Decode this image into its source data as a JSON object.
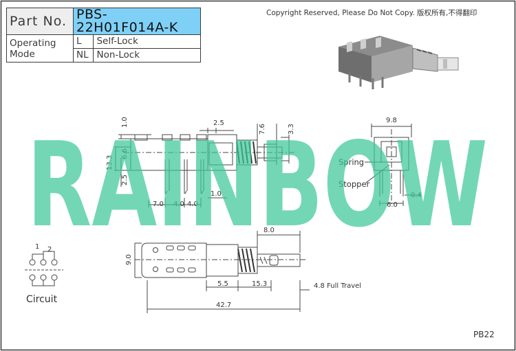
{
  "header": {
    "part_label": "Part No.",
    "part_number": "PBS-22H01F014A-K",
    "mode_label": "Operating Mode",
    "modes": [
      {
        "code": "L",
        "name": "Self-Lock"
      },
      {
        "code": "NL",
        "name": "Non-Lock"
      }
    ]
  },
  "copyright": "Copyright Reserved, Please Do Not Copy. 版权所有,不得翻印",
  "watermark": "RAINBOW",
  "drawing_code": "PB22",
  "side_view": {
    "dimensions": [
      "1.0",
      "2.5",
      "7.6",
      "3.3",
      "6.6",
      "13.3",
      "2.5",
      "7.0",
      "4.0",
      "4.0",
      "1.0"
    ]
  },
  "end_view": {
    "dimensions": [
      "9.8",
      "6.0",
      "0.4"
    ],
    "labels": [
      "Spring",
      "Stopper"
    ]
  },
  "top_view": {
    "dimensions": [
      "8.0",
      "9.0",
      "5.5",
      "15.3",
      "4.8 Full Travel",
      "42.7"
    ]
  },
  "circuit": {
    "label": "Circuit",
    "pin_labels": [
      "1",
      "2"
    ]
  },
  "colors": {
    "part_number_bg": "#7fd0f6",
    "watermark": "#3ec89a",
    "frame": "#3a3a3a"
  }
}
